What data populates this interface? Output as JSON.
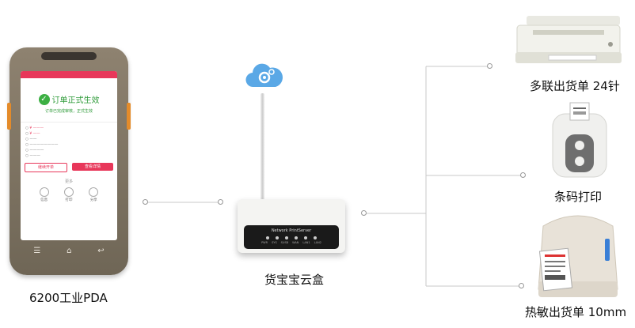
{
  "diagram": {
    "pda_label": "6200工业PDA",
    "box_label": "货宝宝云盒",
    "printer_labels": [
      "多联出货单 24针",
      "条码打印",
      "热敏出货单 10mm"
    ]
  },
  "pda_screen": {
    "title": "订单正式生效",
    "subtitle": "订单已完成审核，正式生效",
    "btn_left": "继续开单",
    "btn_right": "查看详情",
    "more": "更多",
    "icons": [
      "信息",
      "打印",
      "分享"
    ]
  },
  "router": {
    "panel_title": "Network PrintServer",
    "led_labels": [
      "PWR",
      "SYS",
      "SUSB",
      "WAN",
      "LAN1",
      "LAN2"
    ]
  },
  "colors": {
    "accent_red": "#e8375a",
    "success_green": "#3cb043",
    "line": "#c8c8c8"
  }
}
